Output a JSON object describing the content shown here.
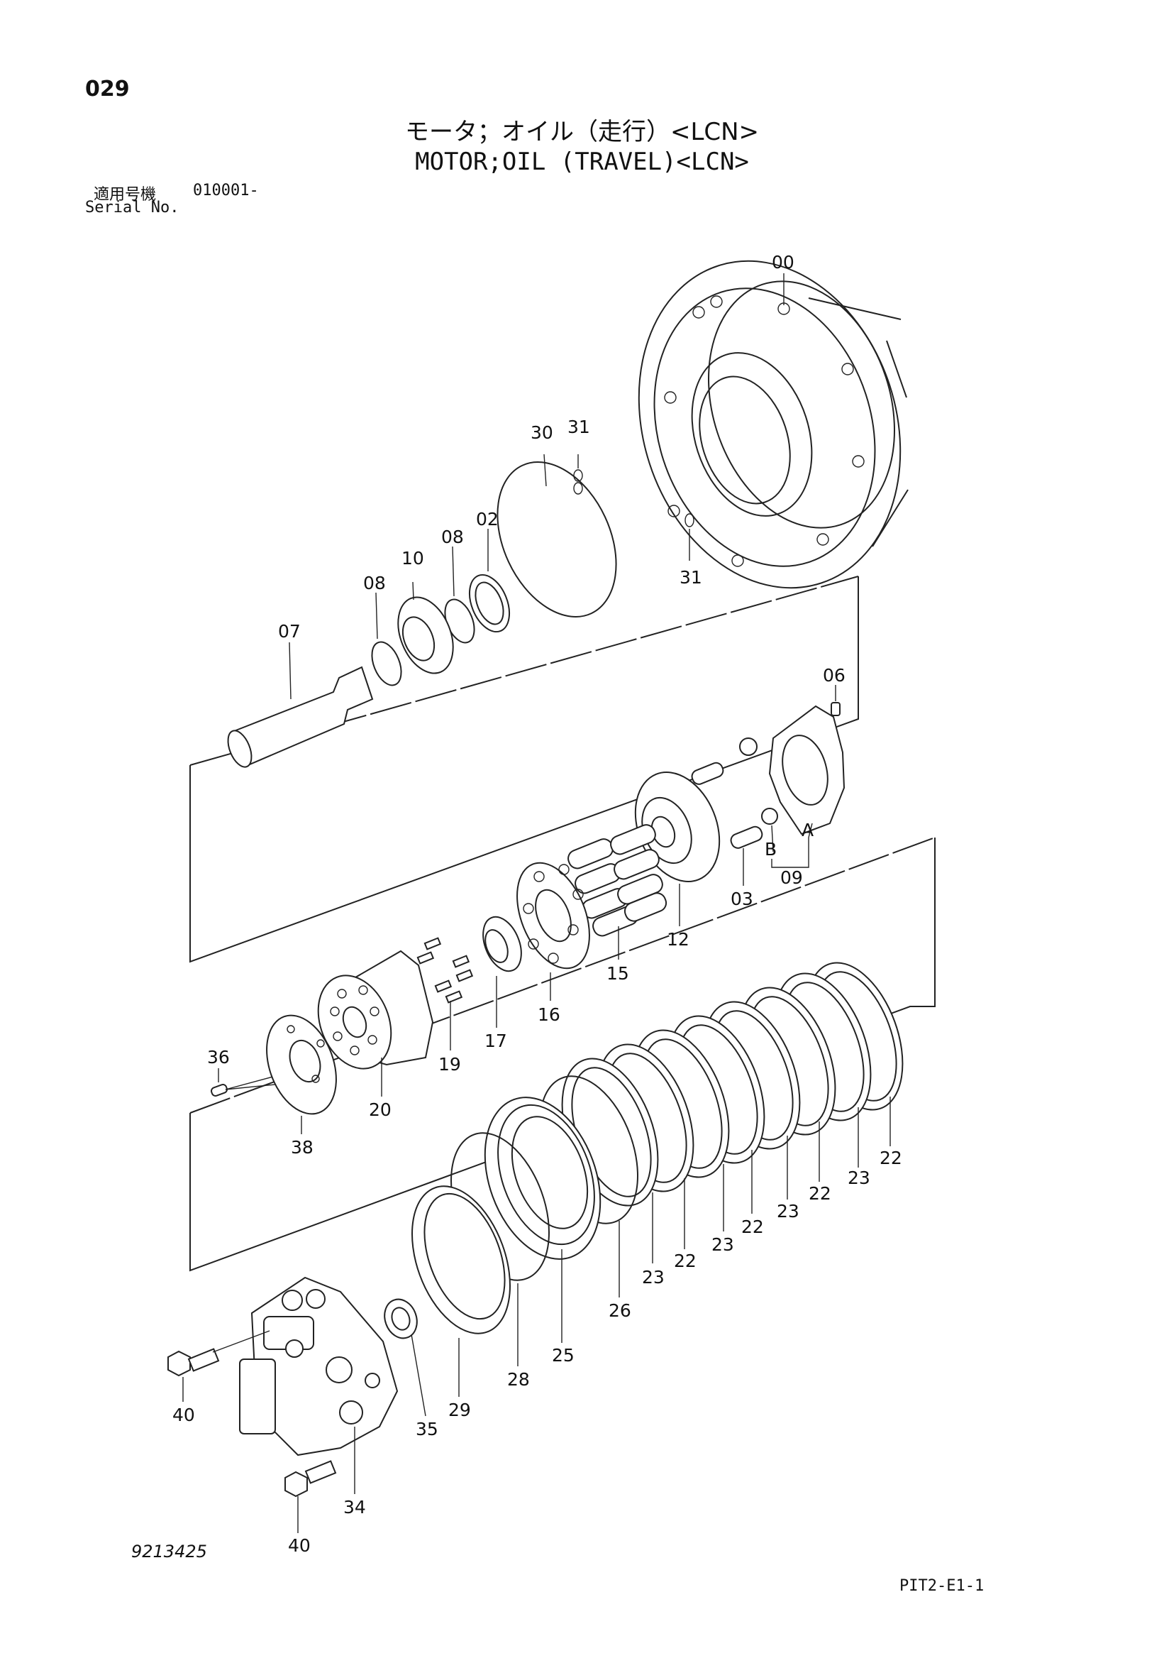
{
  "header": {
    "page_number": "029",
    "title_jp": "モータ；オイル（走行）<LCN>",
    "title_en": "MOTOR;OIL (TRAVEL)<LCN>",
    "serial_label_jp": "適用号機",
    "serial_value": "010001-",
    "serial_label_en": "Serial No."
  },
  "footer": {
    "document_number": "9213425",
    "reference_code": "PIT2-E1-1"
  },
  "callouts": [
    {
      "id": "00",
      "label": "00"
    },
    {
      "id": "31a",
      "label": "31"
    },
    {
      "id": "30",
      "label": "30"
    },
    {
      "id": "31b",
      "label": "31"
    },
    {
      "id": "02",
      "label": "02"
    },
    {
      "id": "08a",
      "label": "08"
    },
    {
      "id": "10",
      "label": "10"
    },
    {
      "id": "08b",
      "label": "08"
    },
    {
      "id": "07",
      "label": "07"
    },
    {
      "id": "06",
      "label": "06"
    },
    {
      "id": "A",
      "label": "A"
    },
    {
      "id": "B",
      "label": "B"
    },
    {
      "id": "09",
      "label": "09"
    },
    {
      "id": "03",
      "label": "03"
    },
    {
      "id": "12",
      "label": "12"
    },
    {
      "id": "15",
      "label": "15"
    },
    {
      "id": "16",
      "label": "16"
    },
    {
      "id": "17",
      "label": "17"
    },
    {
      "id": "19",
      "label": "19"
    },
    {
      "id": "20",
      "label": "20"
    },
    {
      "id": "36",
      "label": "36"
    },
    {
      "id": "38",
      "label": "38"
    },
    {
      "id": "22a",
      "label": "22"
    },
    {
      "id": "23a",
      "label": "23"
    },
    {
      "id": "22b",
      "label": "22"
    },
    {
      "id": "23b",
      "label": "23"
    },
    {
      "id": "22c",
      "label": "22"
    },
    {
      "id": "23c",
      "label": "23"
    },
    {
      "id": "22d",
      "label": "22"
    },
    {
      "id": "23d",
      "label": "23"
    },
    {
      "id": "26",
      "label": "26"
    },
    {
      "id": "25",
      "label": "25"
    },
    {
      "id": "28",
      "label": "28"
    },
    {
      "id": "29",
      "label": "29"
    },
    {
      "id": "35",
      "label": "35"
    },
    {
      "id": "40a",
      "label": "40"
    },
    {
      "id": "34",
      "label": "34"
    },
    {
      "id": "40b",
      "label": "40"
    }
  ]
}
